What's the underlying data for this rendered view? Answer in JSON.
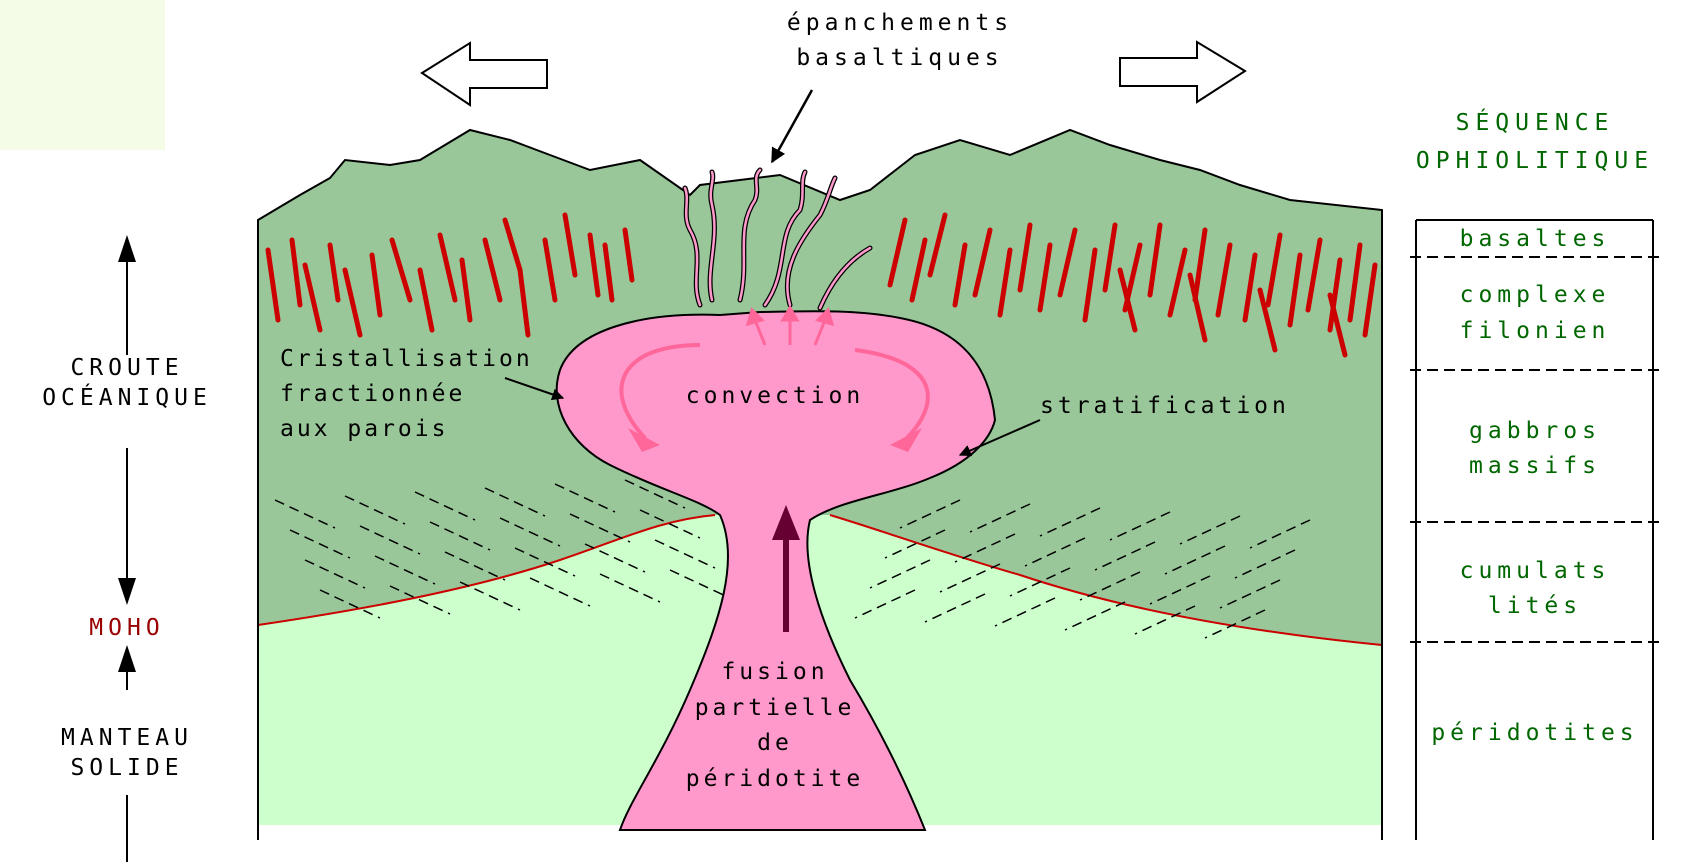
{
  "labels": {
    "top_annotation": [
      "épanchements",
      "basaltiques"
    ],
    "crust": [
      "CROUTE",
      "OCÉANIQUE"
    ],
    "moho": "MOHO",
    "mantle": [
      "MANTEAU",
      "SOLIDE"
    ],
    "crystallisation": [
      "Cristallisation",
      "fractionnée",
      "aux parois"
    ],
    "convection": "convection",
    "stratification": "stratification",
    "fusion": [
      "fusion",
      "partielle",
      "de",
      "péridotite"
    ]
  },
  "sequence": {
    "title": [
      "SÉQUENCE",
      "OPHIOLITIQUE"
    ],
    "layers": [
      {
        "lines": [
          "basaltes"
        ]
      },
      {
        "lines": [
          "complexe",
          "filonien"
        ]
      },
      {
        "lines": [
          "gabbros",
          "massifs"
        ]
      },
      {
        "lines": [
          "cumulats",
          "lités"
        ]
      },
      {
        "lines": [
          "péridotites"
        ]
      }
    ]
  },
  "colors": {
    "crust": "#99c799",
    "mantle": "#ccffcc",
    "magma": "#ff99cc",
    "magma_arrow": "#ff6699",
    "dykes": "#cc0000",
    "moho_line": "#cc0000",
    "sequence_text": "#006600",
    "moho_label": "#990000",
    "conduit_arrow": "#660033",
    "outline": "#000000"
  },
  "icons": [
    "arrow-left-icon",
    "arrow-right-icon",
    "arrow-up-icon",
    "arrow-down-icon"
  ]
}
